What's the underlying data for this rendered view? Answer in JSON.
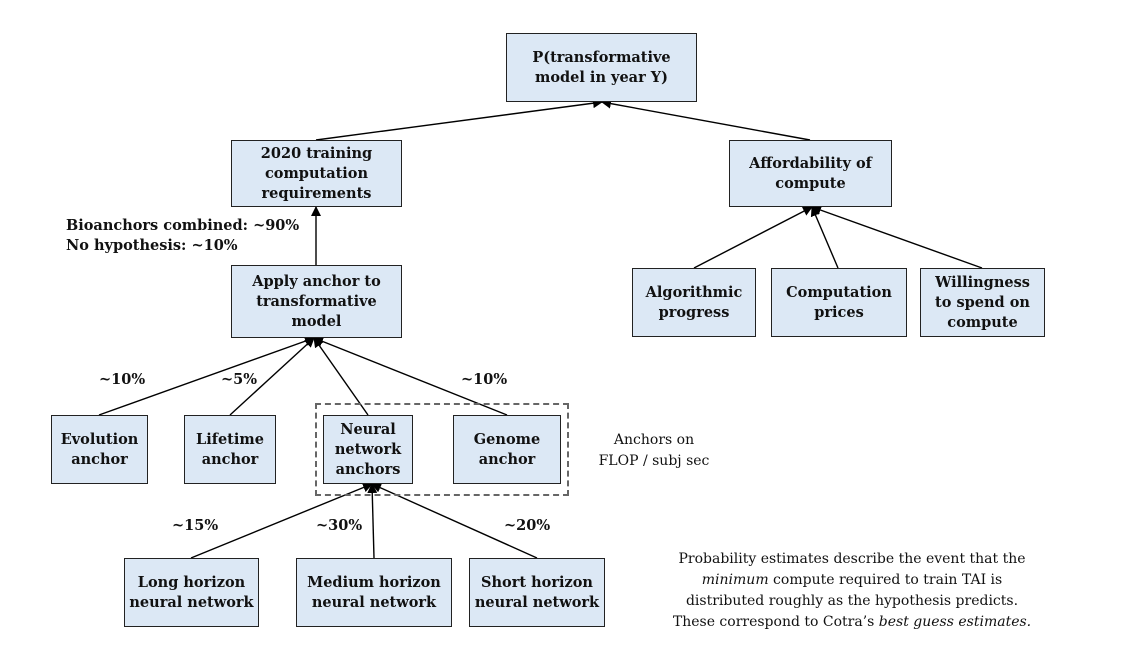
{
  "nodes": {
    "top": "P(transformative model in year Y)",
    "training": "2020 training computation requirements",
    "affordability": "Affordability of compute",
    "apply_anchor": "Apply anchor to transformative model",
    "algorithmic": "Algorithmic progress",
    "computation_prices": "Computation prices",
    "willingness": "Willingness to spend on compute",
    "evolution": "Evolution anchor",
    "lifetime": "Lifetime anchor",
    "neural": "Neural network anchors",
    "genome": "Genome anchor",
    "long": "Long horizon neural network",
    "medium": "Medium horizon neural network",
    "short": "Short horizon neural network"
  },
  "labels": {
    "bioanchors": "Bioanchors combined: ~90%",
    "no_hypothesis": "No hypothesis: ~10%",
    "evolution_pct": "~10%",
    "lifetime_pct": "~5%",
    "genome_pct": "~10%",
    "long_pct": "~15%",
    "medium_pct": "~30%",
    "short_pct": "~20%"
  },
  "group_note": {
    "line1": "Anchors on",
    "line2": "FLOP / subj sec"
  },
  "footnote": {
    "line1": "Probability estimates describe the event that the",
    "line2_em": "minimum",
    "line2_rest": " compute required to train TAI is",
    "line3": "distributed roughly as the hypothesis predicts.",
    "line4_pre": "These correspond to Cotra’s ",
    "line4_em": "best guess estimates."
  }
}
